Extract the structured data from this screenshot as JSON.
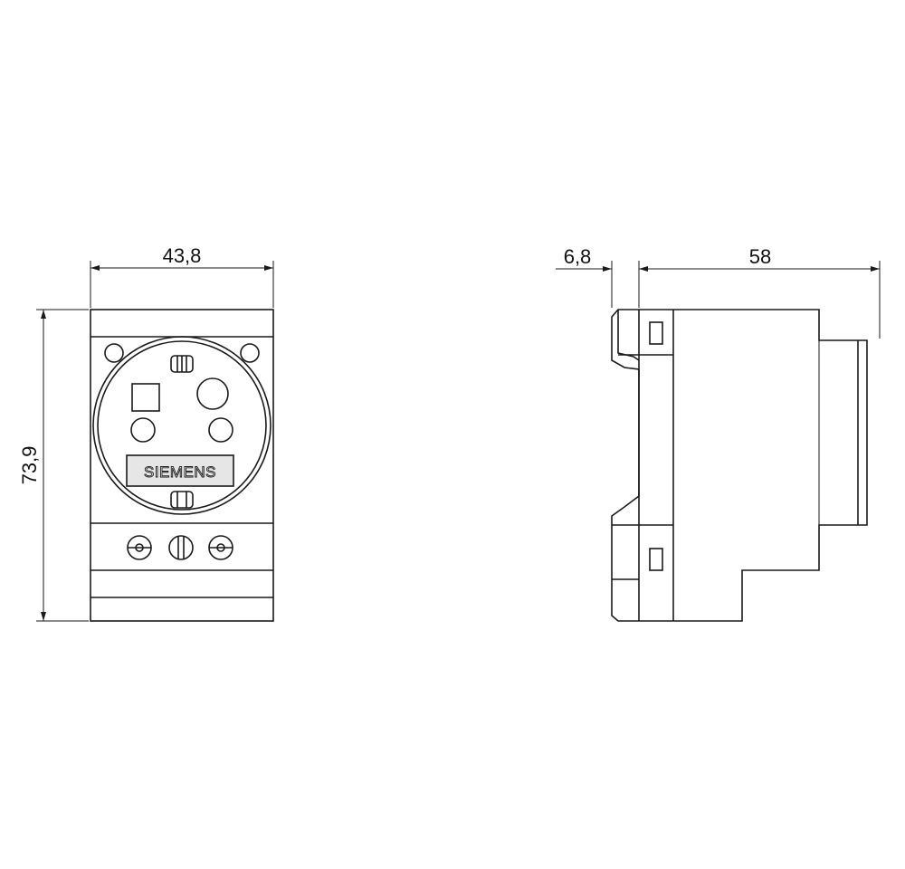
{
  "dimensions": {
    "front_width": "43,8",
    "front_height": "73,9",
    "side_offset": "6,8",
    "side_depth": "58"
  },
  "brand": {
    "label": "SIEMENS"
  },
  "colors": {
    "line": "#1a1a1a",
    "background": "#ffffff",
    "label_fill": "#e6e6e6"
  }
}
